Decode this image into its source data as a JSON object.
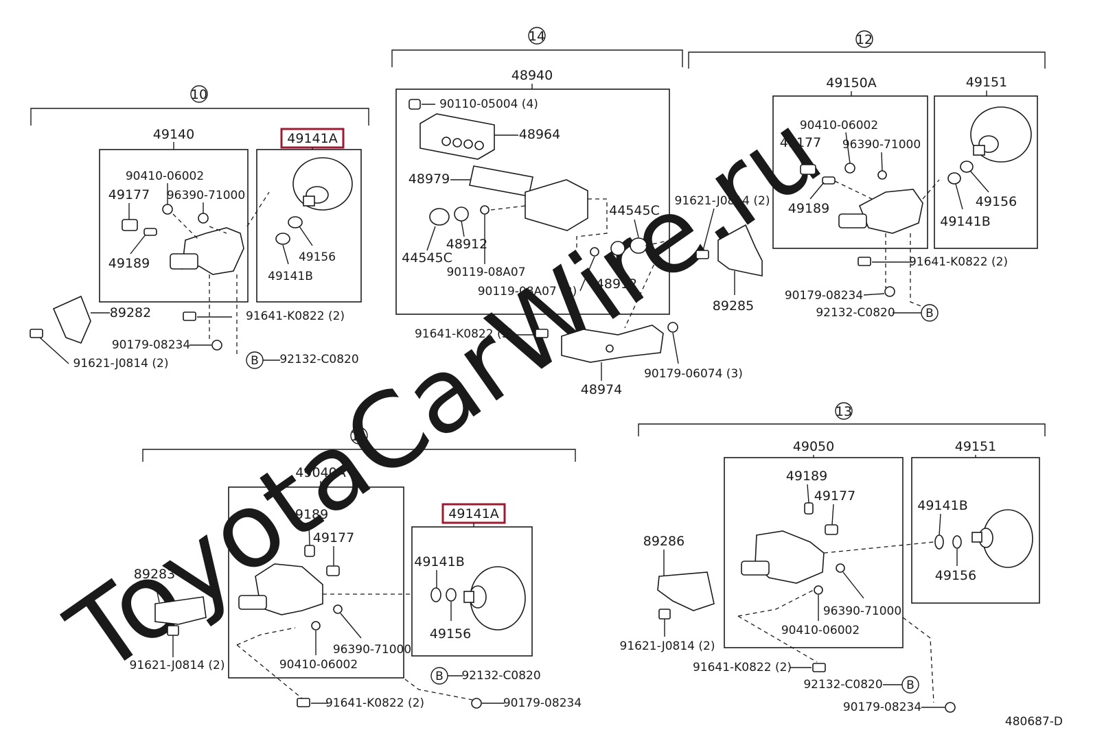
{
  "watermark": "ToyotaCarWire.ru",
  "diagram_code": "480687-D",
  "groups": {
    "g10": {
      "number": "10",
      "assembly": "49140",
      "accumulator": "49141A",
      "labels": {
        "p90410": "90410-06002",
        "p49177": "49177",
        "p96390": "96390-71000",
        "p49189": "49189",
        "p49156": "49156",
        "p49141b": "49141B",
        "p89282": "89282",
        "p91641": "91641-K0822 (2)",
        "p90179": "90179-08234",
        "p91621": "91621-J0814 (2)",
        "pB": "B",
        "p92132": "92132-C0820"
      }
    },
    "g14": {
      "number": "14",
      "assembly": "48940",
      "labels": {
        "p90110": "90110-05004 (4)",
        "p48964": "48964",
        "p48979": "48979",
        "p44545c_a": "44545C",
        "p48912_a": "48912",
        "p90119_a": "90119-08A07",
        "p44545c_b": "44545C",
        "p48912_b": "48912",
        "p90119_b": "90119-08A07 (2)",
        "p91641": "91641-K0822 (3)",
        "p48974": "48974",
        "p90179": "90179-06074 (3)"
      }
    },
    "g12": {
      "number": "12",
      "assembly": "49150A",
      "accumulator": "49151",
      "labels": {
        "p90410": "90410-06002",
        "p49177": "49177",
        "p96390": "96390-71000",
        "p49189": "49189",
        "p49156": "49156",
        "p49141b": "49141B",
        "p91621": "91621-J0814 (2)",
        "p89285": "89285",
        "p91641": "91641-K0822 (2)",
        "p90179": "90179-08234",
        "p92132": "92132-C0820",
        "pB": "B"
      }
    },
    "g11": {
      "number": "11",
      "assembly": "49040A",
      "accumulator": "49141A",
      "labels": {
        "p49189": "49189",
        "p49177": "49177",
        "p89283": "89283",
        "p91621": "91621-J0814 (2)",
        "p96390": "96390-71000",
        "p90410": "90410-06002",
        "p49141b": "49141B",
        "p49156": "49156",
        "pB": "B",
        "p92132": "92132-C0820",
        "p91641": "91641-K0822 (2)",
        "p90179": "90179-08234"
      }
    },
    "g13": {
      "number": "13",
      "assembly": "49050",
      "accumulator": "49151",
      "labels": {
        "p49189": "49189",
        "p49177": "49177",
        "p89286": "89286",
        "p91621": "91621-J0814 (2)",
        "p96390": "96390-71000",
        "p90410": "90410-06002",
        "p49141b": "49141B",
        "p49156": "49156",
        "p91641": "91641-K0822 (2)",
        "p92132": "92132-C0820",
        "pB": "B",
        "p90179": "90179-08234"
      }
    }
  },
  "colors": {
    "line": "#1a1a1a",
    "highlight": "#9b1b30",
    "watermark": "#f1f1f1"
  }
}
